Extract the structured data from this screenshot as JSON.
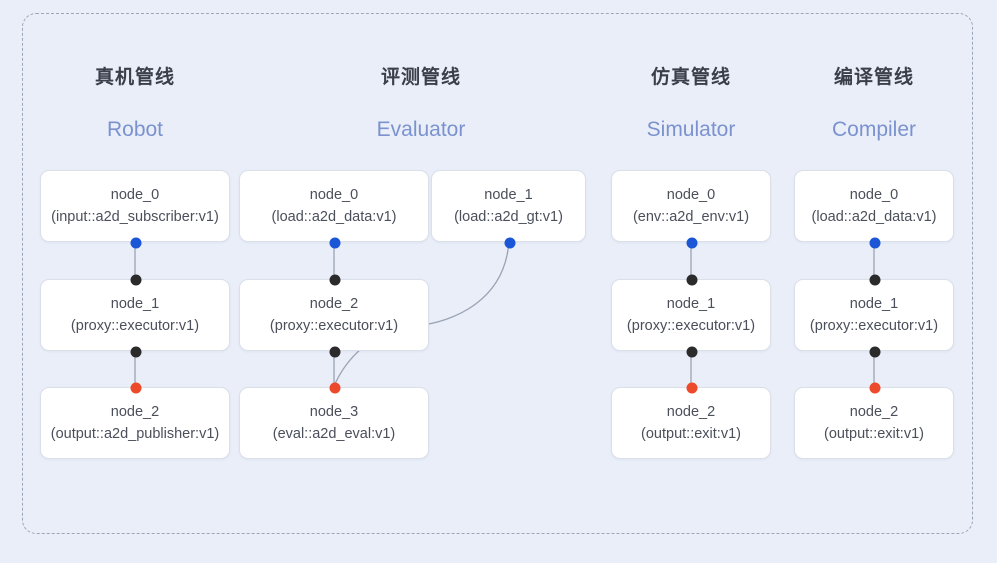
{
  "frame": {
    "style": "dashed-rounded-rectangle",
    "border_color": "#9ba6bb",
    "background": "#e9eef8"
  },
  "palette": {
    "port_output": "#1a56d6",
    "port_input": "#2b2b2b",
    "port_terminal": "#ec4a2a",
    "edge": "#9aa3b5",
    "card_bg": "#ffffff",
    "card_border": "#dadfe8",
    "title_text": "#3a3f4b",
    "subtitle_text": "#7b92cf",
    "node_text": "#4a4f5a"
  },
  "columns": [
    {
      "key": "robot",
      "title": "真机管线",
      "subtitle": "Robot",
      "nodes": [
        {
          "name": "node_0",
          "type": "(input::a2d_subscriber:v1)"
        },
        {
          "name": "node_1",
          "type": "(proxy::executor:v1)"
        },
        {
          "name": "node_2",
          "type": "(output::a2d_publisher:v1)"
        }
      ]
    },
    {
      "key": "evaluator",
      "title": "评测管线",
      "subtitle": "Evaluator",
      "nodes": [
        {
          "name": "node_0",
          "type": "(load::a2d_data:v1)"
        },
        {
          "name": "node_1",
          "type": "(load::a2d_gt:v1)"
        },
        {
          "name": "node_2",
          "type": "(proxy::executor:v1)"
        },
        {
          "name": "node_3",
          "type": "(eval::a2d_eval:v1)"
        }
      ]
    },
    {
      "key": "simulator",
      "title": "仿真管线",
      "subtitle": "Simulator",
      "nodes": [
        {
          "name": "node_0",
          "type": "(env::a2d_env:v1)"
        },
        {
          "name": "node_1",
          "type": "(proxy::executor:v1)"
        },
        {
          "name": "node_2",
          "type": "(output::exit:v1)"
        }
      ]
    },
    {
      "key": "compiler",
      "title": "编译管线",
      "subtitle": "Compiler",
      "nodes": [
        {
          "name": "node_0",
          "type": "(load::a2d_data:v1)"
        },
        {
          "name": "node_1",
          "type": "(proxy::executor:v1)"
        },
        {
          "name": "node_2",
          "type": "(output::exit:v1)"
        }
      ]
    }
  ]
}
